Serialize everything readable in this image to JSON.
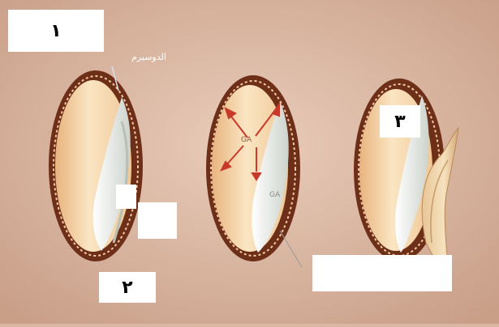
{
  "labels": {
    "step_one": "١",
    "step_two": "٢",
    "step_three": "٣",
    "aleurone": "الدوسيرم",
    "ga_signal": "GA",
    "ga_signal_lower": "GA"
  },
  "colors": {
    "background": "#d9b7a3",
    "seed_coat": "#7a3b22",
    "seed_coat_dots": "#f3c9a4",
    "endosperm": "#f4d3a2",
    "embryo": "#eef0ea",
    "arrow": "#c73a2a",
    "label_box": "#ffffff"
  },
  "icons": {
    "arrow": "red-arrow-icon",
    "sprout": "sprout-icon"
  }
}
